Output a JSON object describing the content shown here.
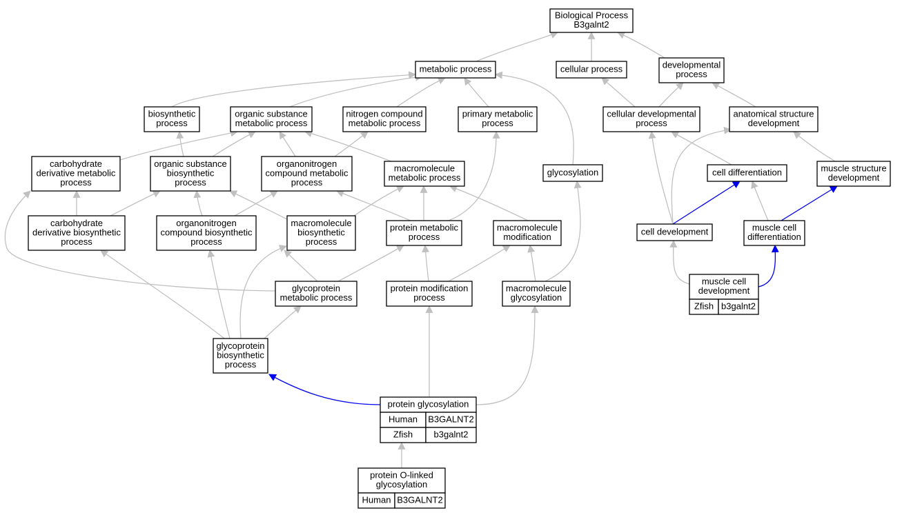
{
  "colors": {
    "edge_default": "#c0c0c0",
    "edge_highlight": "#0000ee",
    "human": "#ff6347",
    "zfish": "#6495ed"
  },
  "nodes": [
    {
      "id": "bp",
      "lines": [
        "Biological Process",
        "B3galnt2"
      ]
    },
    {
      "id": "metabolic",
      "lines": [
        "metabolic process"
      ]
    },
    {
      "id": "cellular",
      "lines": [
        "cellular process"
      ]
    },
    {
      "id": "developmental",
      "lines": [
        "developmental",
        "process"
      ]
    },
    {
      "id": "biosynthetic",
      "lines": [
        "biosynthetic",
        "process"
      ]
    },
    {
      "id": "org-sub-met",
      "lines": [
        "organic substance",
        "metabolic process"
      ]
    },
    {
      "id": "nitrogen-comp",
      "lines": [
        "nitrogen compound",
        "metabolic process"
      ]
    },
    {
      "id": "primary-met",
      "lines": [
        "primary metabolic",
        "process"
      ]
    },
    {
      "id": "cell-dev-proc",
      "lines": [
        "cellular developmental",
        "process"
      ]
    },
    {
      "id": "anat-struct",
      "lines": [
        "anatomical structure",
        "development"
      ]
    },
    {
      "id": "carb-deriv-met",
      "lines": [
        "carbohydrate",
        "derivative metabolic",
        "process"
      ]
    },
    {
      "id": "org-sub-bio",
      "lines": [
        "organic substance",
        "biosynthetic",
        "process"
      ]
    },
    {
      "id": "organonitrogen-met",
      "lines": [
        "organonitrogen",
        "compound metabolic",
        "process"
      ]
    },
    {
      "id": "macromol-met",
      "lines": [
        "macromolecule",
        "metabolic process"
      ]
    },
    {
      "id": "glycosylation",
      "lines": [
        "glycosylation"
      ]
    },
    {
      "id": "cell-diff",
      "lines": [
        "cell differentiation"
      ]
    },
    {
      "id": "muscle-struct",
      "lines": [
        "muscle structure",
        "development"
      ]
    },
    {
      "id": "carb-deriv-bio",
      "lines": [
        "carbohydrate",
        "derivative biosynthetic",
        "process"
      ]
    },
    {
      "id": "organonitrogen-bio",
      "lines": [
        "organonitrogen",
        "compound biosynthetic",
        "process"
      ]
    },
    {
      "id": "macromol-bio",
      "lines": [
        "macromolecule",
        "biosynthetic",
        "process"
      ]
    },
    {
      "id": "protein-met",
      "lines": [
        "protein metabolic",
        "process"
      ]
    },
    {
      "id": "macromol-mod",
      "lines": [
        "macromolecule",
        "modification"
      ]
    },
    {
      "id": "cell-development",
      "lines": [
        "cell development"
      ]
    },
    {
      "id": "muscle-cell-diff",
      "lines": [
        "muscle cell",
        "differentiation"
      ]
    },
    {
      "id": "glycoprotein-met",
      "lines": [
        "glycoprotein",
        "metabolic process"
      ]
    },
    {
      "id": "protein-mod",
      "lines": [
        "protein modification",
        "process"
      ]
    },
    {
      "id": "macromol-glyco",
      "lines": [
        "macromolecule",
        "glycosylation"
      ]
    },
    {
      "id": "muscle-cell-dev",
      "lines": [
        "muscle cell",
        "development"
      ],
      "genes": [
        {
          "species": "Zfish",
          "gene": "b3galnt2"
        }
      ]
    },
    {
      "id": "glycoprotein-bio",
      "lines": [
        "glycoprotein",
        "biosynthetic",
        "process"
      ]
    },
    {
      "id": "protein-glyco",
      "lines": [
        "protein glycosylation"
      ],
      "genes": [
        {
          "species": "Human",
          "gene": "B3GALNT2"
        },
        {
          "species": "Zfish",
          "gene": "b3galnt2"
        }
      ]
    },
    {
      "id": "o-linked",
      "lines": [
        "protein O-linked",
        "glycosylation"
      ],
      "genes": [
        {
          "species": "Human",
          "gene": "B3GALNT2"
        }
      ]
    }
  ]
}
